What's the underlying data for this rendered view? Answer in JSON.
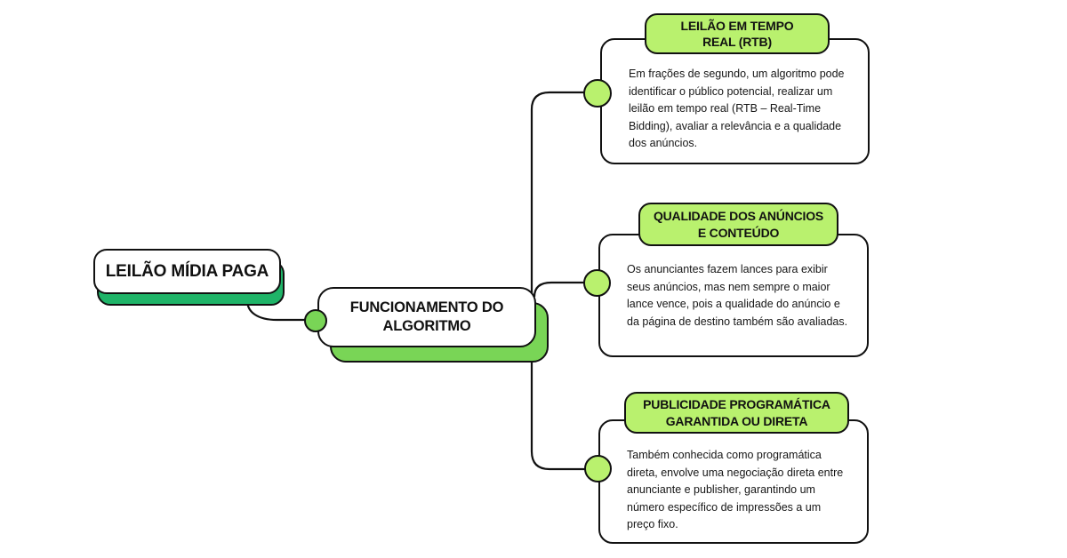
{
  "diagram": {
    "type": "mindmap",
    "language": "pt-BR",
    "root": {
      "label": "LEILÃO MÍDIA PAGA"
    },
    "center": {
      "label": "FUNCIONAMENTO DO\nALGORITMO"
    },
    "branches": [
      {
        "title": "LEILÃO EM TEMPO\nREAL (RTB)",
        "body": "Em frações de segundo, um algoritmo pode\nidentificar o público potencial, realizar um\nleilão em tempo real (RTB – Real-Time\nBidding), avaliar a relevância e a qualidade\ndos anúncios."
      },
      {
        "title": "QUALIDADE DOS ANÚNCIOS\nE CONTEÚDO",
        "body": "Os anunciantes fazem lances para exibir\nseus anúncios, mas nem sempre o maior\nlance vence, pois a qualidade do anúncio e\nda página de destino também são avaliadas."
      },
      {
        "title": "PUBLICIDADE PROGRAMÁTICA\nGARANTIDA OU DIRETA",
        "body": "Também conhecida como programática\ndireta, envolve uma negociação direta entre\nanunciante e publisher, garantindo um\nnúmero específico de impressões a um\npreço fixo."
      }
    ]
  },
  "colors": {
    "green-dark": "#1fb468",
    "green-mid": "#79d556",
    "green-light": "#b9f16e",
    "ink": "#111111",
    "card-bg": "#ffffff",
    "page-bg": "#ffffff"
  }
}
